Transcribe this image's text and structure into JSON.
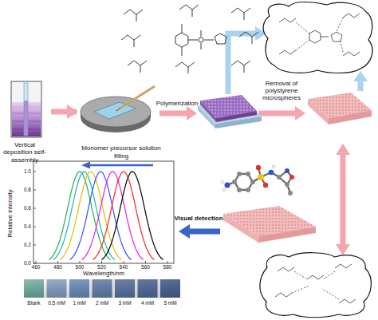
{
  "diagram": {
    "nodes": [
      {
        "text": [
          "Vertical deposition self-assembly"
        ]
      },
      {
        "text": [
          "Monomer precursor solution filling"
        ]
      }
    ],
    "edges": [
      {
        "from": 0,
        "to": 1,
        "arrow": "to"
      }
    ],
    "labels": [
      "Polymerization",
      "Removal of polystyrene microspheres",
      "Visual detection",
      "Relative intensity",
      "Wavelength/nm",
      "0.0",
      "0.2",
      "0.4",
      "0.6",
      "0.8",
      "1.0",
      "460",
      "480",
      "500",
      "520",
      "540",
      "560",
      "580",
      "Blank",
      "0.5 mM",
      "1 mM",
      "2 mM",
      "3 mM",
      "4 mM",
      "5 mM"
    ]
  }
}
